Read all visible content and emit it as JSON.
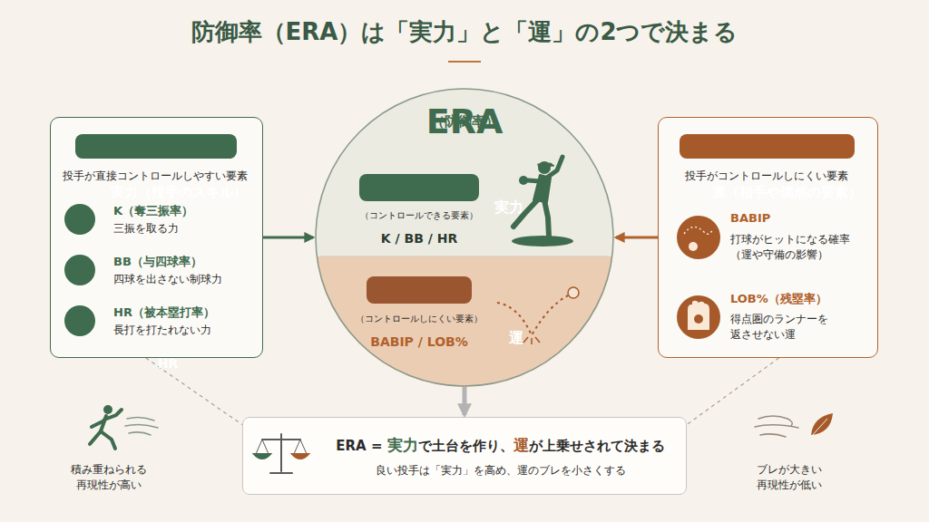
{
  "diagram": {
    "title": "防御率（ERA）は「実力」と「運」の2つで決まる",
    "nodes": [
      {
        "text": [
          "投手が直接コントロールしやすい要素"
        ]
      },
      {
        "text": [
          "実力（投手のスキル）"
        ],
        "in": 0
      },
      {
        "text": [
          "K"
        ],
        "in": 0
      },
      {
        "text": [
          "BB"
        ],
        "in": 0
      },
      {
        "text": [
          "HR"
        ],
        "in": 0
      },
      {
        "text": [
          "ERA",
          "（防御率）"
        ]
      },
      {
        "text": [
          "実力"
        ],
        "in": 5
      },
      {
        "text": [
          "運"
        ],
        "in": 5
      },
      {
        "text": [
          "投手がコントロールしにくい要素"
        ]
      },
      {
        "text": [
          "運（相手や偶然の要素）"
        ],
        "in": 8
      },
      {
        "text": [
          "ERA = 実力で土台を作り、運が上乗せされて決まる",
          "良い投手は「実力」を高め、運のブレを小さくする"
        ]
      }
    ],
    "edges": [
      {
        "from": 0,
        "to": 5,
        "arrow": "to"
      },
      {
        "from": 8,
        "to": 5,
        "arrow": "to"
      },
      {
        "from": 5,
        "to": 10,
        "arrow": "to"
      },
      {
        "from": 0,
        "to": 10,
        "arrow": "none"
      },
      {
        "from": 8,
        "to": 10,
        "arrow": "none"
      }
    ],
    "labels": [
      "K（奪三振率）",
      "三振を取る力",
      "BB（与四球率）",
      "四球を出さない制球力",
      "HR（被本塁打率）",
      "長打を打たれない力",
      "（コントロールできる要素）",
      "K / BB / HR",
      "（コントロールしにくい要素）",
      "BABIP / LOB%",
      "BABIP",
      "打球がヒットになる確率 （運や守備の影響）",
      "LOB%（残塁率）",
      "得点圏のランナーを 返させない運",
      "積み重ねられる 再現性が高い",
      "ブレが大きい 再現性が低い"
    ]
  }
}
